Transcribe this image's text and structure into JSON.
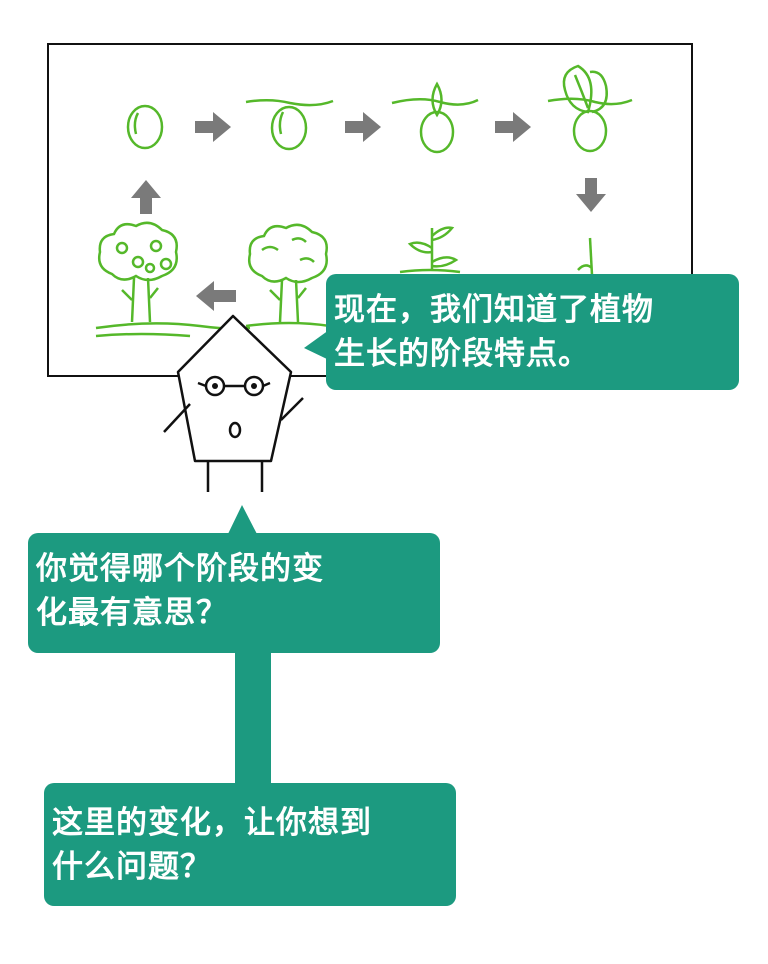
{
  "board": {
    "stages": [
      "seed",
      "germinating-seed",
      "sprouting-seed",
      "seedling",
      "young-plant",
      "growing-plant",
      "tree",
      "fruiting-tree"
    ],
    "line_color": "#55b82a",
    "arrow_color": "#7a7a7a"
  },
  "character": {
    "icon": "pentagon-character-with-glasses"
  },
  "bubbles": {
    "speech": {
      "line1": "现在，我们知道了植物",
      "line2": "生长的阶段特点。"
    },
    "question1": {
      "line1": "你觉得哪个阶段的变",
      "line2": "化最有意思？"
    },
    "question2": {
      "line1": "这里的变化，让你想到",
      "line2": "什么问题？"
    }
  },
  "colors": {
    "bubble": "#1c9a80",
    "bubble_text": "#ffffff"
  }
}
